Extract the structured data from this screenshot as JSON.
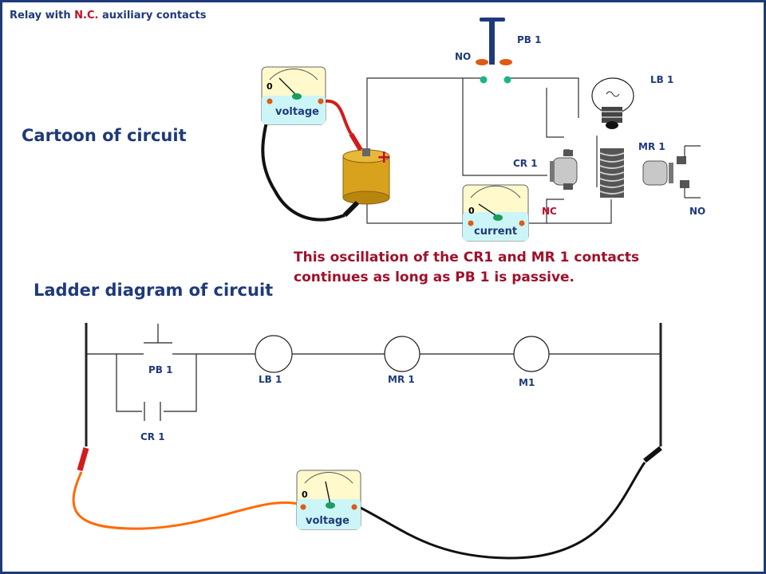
{
  "title": {
    "prefix": "Relay with ",
    "highlight": "N.C.",
    "suffix": " auxiliary contacts"
  },
  "headings": {
    "cartoon": "Cartoon of circuit",
    "ladder": "Ladder diagram of circuit"
  },
  "note": {
    "line1": "This oscillation of the CR1 and MR 1 contacts",
    "line2": "continues as long as PB 1 is passive."
  },
  "cartoon_labels": {
    "pb1": "PB 1",
    "no_top": "NO",
    "lb1": "LB 1",
    "mr1": "MR 1",
    "cr1": "CR 1",
    "nc": "NC",
    "no_right": "NO",
    "plus": "+"
  },
  "meters": {
    "top": {
      "label": "voltage",
      "zero": "0"
    },
    "current": {
      "label": "current",
      "zero": "0"
    },
    "bottom": {
      "label": "voltage",
      "zero": "0"
    }
  },
  "ladder_labels": {
    "pb1": "PB 1",
    "cr1": "CR 1",
    "lb1": "LB 1",
    "mr1": "MR 1",
    "m1": "M1"
  },
  "colors": {
    "accent": "#1f3a7a",
    "highlight": "#c0102a",
    "meter_face_top": "#fff9cc",
    "meter_face_bottom": "#ccf5f7",
    "battery": "#d9a21c"
  }
}
